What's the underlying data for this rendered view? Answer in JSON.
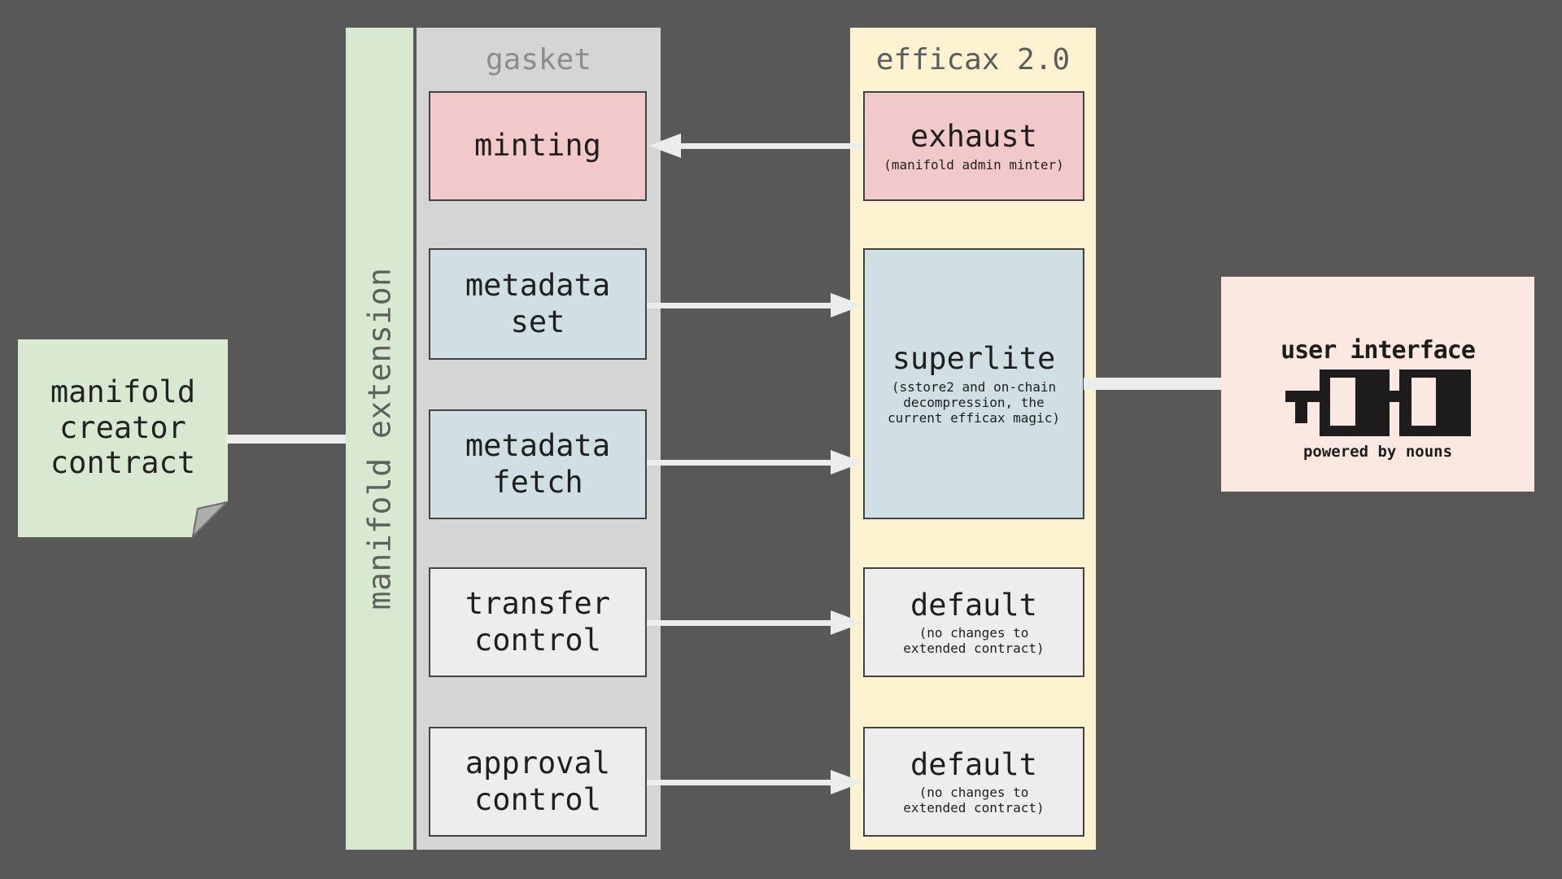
{
  "note": {
    "label": "manifold creator contract"
  },
  "extension": {
    "label": "manifold extension"
  },
  "gasket": {
    "title": "gasket",
    "boxes": [
      {
        "label": "minting"
      },
      {
        "label": "metadata set"
      },
      {
        "label": "metadata fetch"
      },
      {
        "label": "transfer control"
      },
      {
        "label": "approval control"
      }
    ]
  },
  "efficax": {
    "title": "efficax 2.0",
    "boxes": [
      {
        "label": "exhaust",
        "sub": "(manifold admin minter)"
      },
      {
        "label": "superlite",
        "sub": "(sstore2 and on-chain decompression, the current efficax magic)"
      },
      {
        "label": "default",
        "sub": "(no changes to extended contract)"
      },
      {
        "label": "default",
        "sub": "(no changes to extended contract)"
      }
    ]
  },
  "ui": {
    "title": "user interface",
    "caption": "powered by nouns",
    "icon": "nouns-glasses"
  },
  "palette": {
    "background": "#585858",
    "green": "#d9e8d1",
    "gasket_column": "#d5d5d5",
    "efficax_column": "#fdf3d1",
    "pink_box": "#f2c9cb",
    "blue_box": "#cfdfe4",
    "gray_box": "#ededed",
    "ui_box": "#fbe9e1",
    "arrow": "#ececec",
    "border": "#424242"
  }
}
